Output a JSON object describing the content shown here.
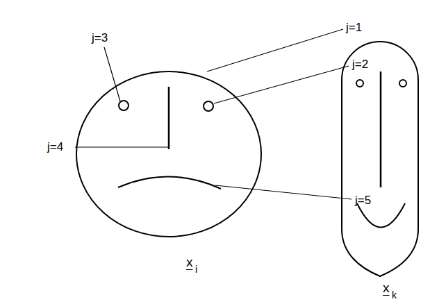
{
  "diagram": {
    "labels": [
      "j=1",
      "j=2",
      "j=3",
      "j=4",
      "j=5",
      "x",
      "i",
      "x",
      "k"
    ]
  }
}
